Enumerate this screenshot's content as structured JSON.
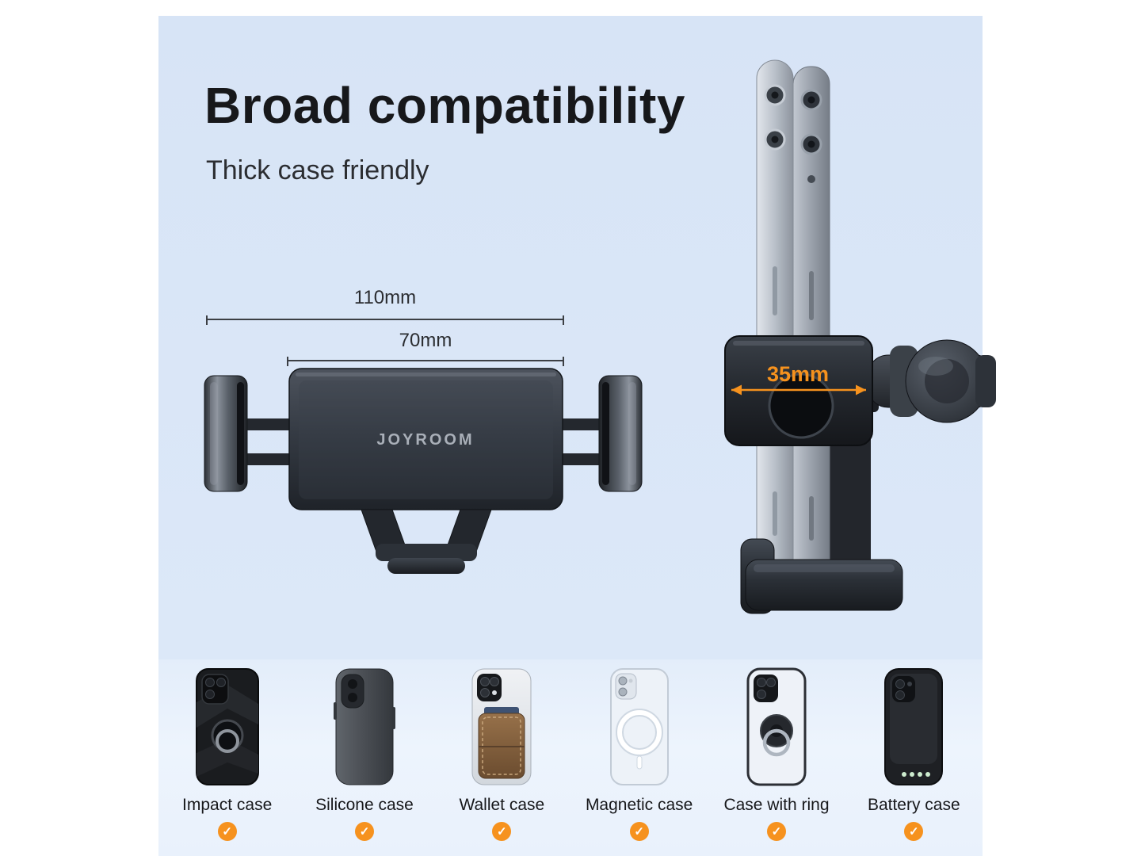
{
  "hero": {
    "title": "Broad compatibility",
    "subtitle": "Thick case friendly"
  },
  "front_view": {
    "brand_logo": "JOYROOM",
    "outer_width": "110mm",
    "inner_width": "70mm"
  },
  "side_view": {
    "clamp_depth": "35mm"
  },
  "compatibility": {
    "check_glyph": "✓",
    "items": [
      {
        "label": "Impact case",
        "icon": "impact-case-icon"
      },
      {
        "label": "Silicone case",
        "icon": "silicone-case-icon"
      },
      {
        "label": "Wallet case",
        "icon": "wallet-case-icon"
      },
      {
        "label": "Magnetic case",
        "icon": "magnetic-case-icon"
      },
      {
        "label": "Case with ring",
        "icon": "ring-case-icon"
      },
      {
        "label": "Battery case",
        "icon": "battery-case-icon"
      }
    ]
  },
  "colors": {
    "accent_orange": "#f6921e",
    "panel_blue": "#dce8f8",
    "strip_blue": "#eaf2fc",
    "text_dark": "#17181b"
  }
}
